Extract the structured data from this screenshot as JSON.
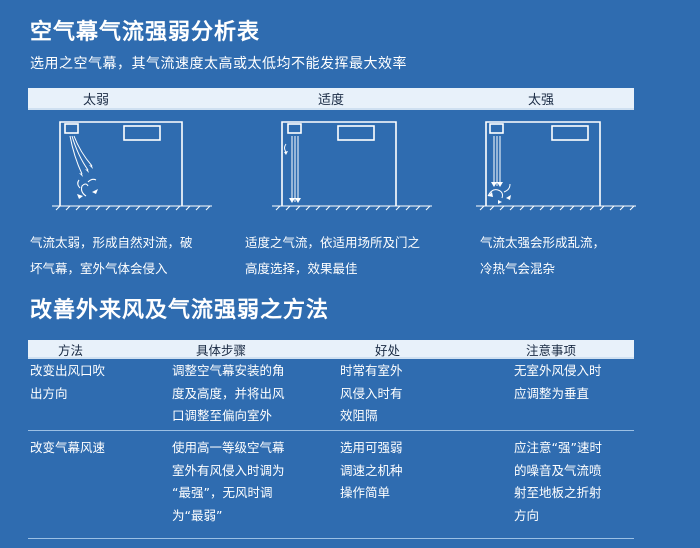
{
  "title": "空气幕气流强弱分析表",
  "subtitle": "选用之空气幕，其气流速度太高或太低均不能发挥最大效率",
  "headers": [
    "太弱",
    "适度",
    "太强"
  ],
  "descriptions": [
    [
      "气流太弱，形成自然对流，破",
      "坏气幕，室外气体会侵入"
    ],
    [
      "适度之气流，依适用场所及门之",
      "高度选择，效果最佳"
    ],
    [
      "气流太强会形成乱流，",
      "冷热气会混杂"
    ]
  ],
  "section2_title": "改善外来风及气流强弱之方法",
  "table": {
    "columns": [
      "方法",
      "具体步骤",
      "好处",
      "注意事项"
    ],
    "rows": [
      {
        "method": [
          "改变出风口吹",
          "出方向"
        ],
        "steps": [
          "调整空气幕安装的角",
          "度及高度，并将出风",
          "口调整至偏向室外"
        ],
        "benefit": [
          "时常有室外",
          "风侵入时有",
          "效阻隔"
        ],
        "notes": [
          "无室外风侵入时",
          "应调整为垂直"
        ]
      },
      {
        "method": [
          "改变气幕风速"
        ],
        "steps": [
          "使用高一等级空气幕",
          "室外有风侵入时调为",
          "“最强”，无风时调",
          "为“最弱”"
        ],
        "benefit": [
          "选用可强弱",
          "调速之机种",
          "操作简单"
        ],
        "notes": [
          "应注意“强”速时",
          "的噪音及气流喷",
          "射至地板之折射",
          "方向"
        ]
      }
    ]
  }
}
